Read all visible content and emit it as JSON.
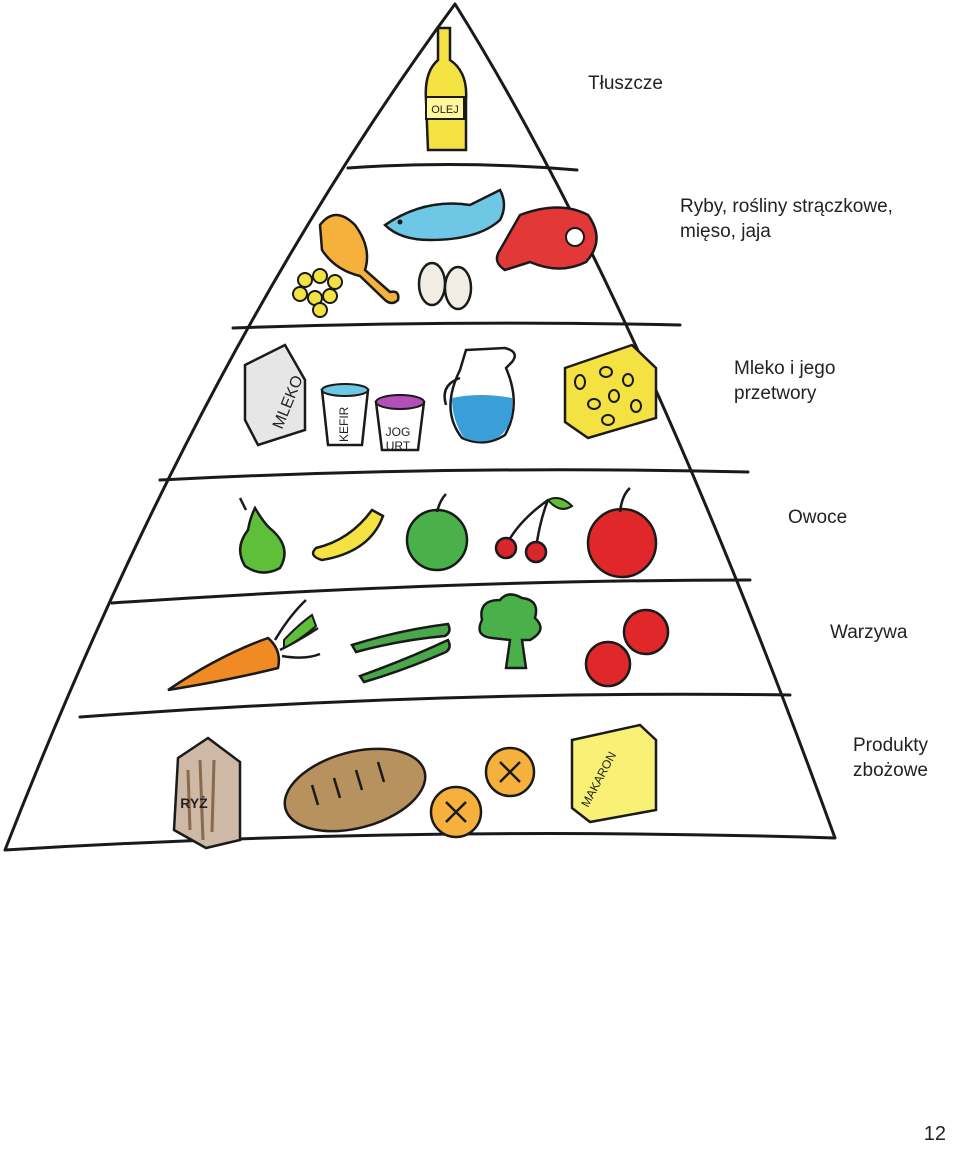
{
  "tiers": [
    {
      "label": "Tłuszcze"
    },
    {
      "label": "Ryby, rośliny strączkowe,\nmięso, jaja"
    },
    {
      "label": "Mleko i jego\nprzetwory"
    },
    {
      "label": "Owoce"
    },
    {
      "label": "Warzywa"
    },
    {
      "label": "Produkty\nzbożowe"
    }
  ],
  "food_labels": {
    "oil": "OLEJ",
    "milk": "MLEKO",
    "kefir": "KEFIR",
    "yogurt_line1": "JOG",
    "yogurt_line2": "URT",
    "rice": "RYŻ",
    "pasta": "MAKARON"
  },
  "page_number": "12"
}
